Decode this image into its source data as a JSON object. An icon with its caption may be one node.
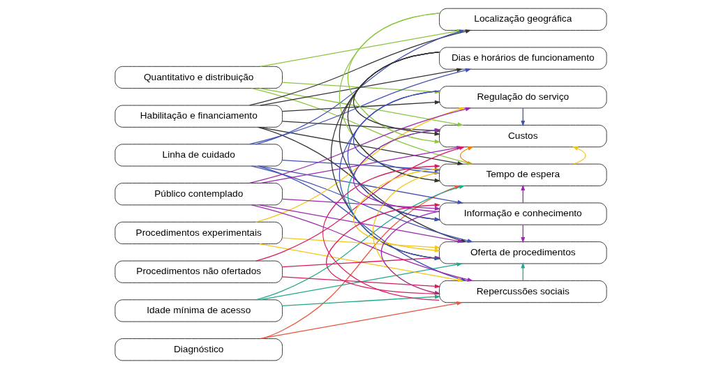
{
  "diagram": {
    "nodes": [
      {
        "text": [
          "Diagnóstico"
        ]
      },
      {
        "text": [
          "Idade mínima de acesso"
        ]
      },
      {
        "text": [
          "Quantitativo e distribuição"
        ]
      },
      {
        "text": [
          "Habilitação e financiamento"
        ]
      },
      {
        "text": [
          "Linha de cuidado"
        ]
      },
      {
        "text": [
          "Procedimentos experimentais"
        ]
      },
      {
        "text": [
          "Público contemplado"
        ]
      },
      {
        "text": [
          "Procedimentos não ofertados"
        ]
      },
      {
        "text": [
          "Custos"
        ]
      },
      {
        "text": [
          "Oferta de procedimentos"
        ]
      },
      {
        "text": [
          "Localização geográfica"
        ]
      },
      {
        "text": [
          "Dias e horários de funcionamento"
        ]
      },
      {
        "text": [
          "Regulação do serviço"
        ]
      },
      {
        "text": [
          "Tempo de espera"
        ]
      },
      {
        "text": [
          "Informação e conhecimento"
        ]
      },
      {
        "text": [
          "Repercussões sociais"
        ]
      }
    ],
    "edges": [
      {
        "from": 0,
        "to": 13,
        "arrow": "to",
        "color": "#e8563a"
      },
      {
        "from": 0,
        "to": 15,
        "arrow": "to",
        "color": "#e8563a"
      },
      {
        "from": 1,
        "to": 9,
        "arrow": "to",
        "color": "#1fa88e"
      },
      {
        "from": 1,
        "to": 13,
        "arrow": "to",
        "color": "#1fa88e"
      },
      {
        "from": 1,
        "to": 15,
        "arrow": "to",
        "color": "#1fa88e"
      },
      {
        "from": 2,
        "to": 8,
        "arrow": "to",
        "color": "#8cc63f"
      },
      {
        "from": 2,
        "to": 10,
        "arrow": "to",
        "color": "#8cc63f"
      },
      {
        "from": 2,
        "to": 12,
        "arrow": "to",
        "color": "#8cc63f"
      },
      {
        "from": 2,
        "to": 13,
        "arrow": "to",
        "color": "#8cc63f"
      },
      {
        "from": 3,
        "to": 8,
        "arrow": "to",
        "color": "#333333"
      },
      {
        "from": 3,
        "to": 9,
        "arrow": "to",
        "color": "#333333"
      },
      {
        "from": 3,
        "to": 10,
        "arrow": "to",
        "color": "#333333"
      },
      {
        "from": 3,
        "to": 11,
        "arrow": "to",
        "color": "#333333"
      },
      {
        "from": 3,
        "to": 12,
        "arrow": "to",
        "color": "#333333"
      },
      {
        "from": 3,
        "to": 13,
        "arrow": "to",
        "color": "#333333"
      },
      {
        "from": 4,
        "to": 9,
        "arrow": "to",
        "color": "#3f51b5"
      },
      {
        "from": 4,
        "to": 10,
        "arrow": "to",
        "color": "#3f51b5"
      },
      {
        "from": 4,
        "to": 11,
        "arrow": "to",
        "color": "#3f51b5"
      },
      {
        "from": 4,
        "to": 13,
        "arrow": "to",
        "color": "#3f51b5"
      },
      {
        "from": 4,
        "to": 14,
        "arrow": "to",
        "color": "#3f51b5"
      },
      {
        "from": 4,
        "to": 15,
        "arrow": "to",
        "color": "#3f51b5"
      },
      {
        "from": 5,
        "to": 9,
        "arrow": "to",
        "color": "#f5c518"
      },
      {
        "from": 5,
        "to": 12,
        "arrow": "to",
        "color": "#f5c518"
      },
      {
        "from": 5,
        "to": 15,
        "arrow": "to",
        "color": "#f5c518"
      },
      {
        "from": 6,
        "to": 8,
        "arrow": "to",
        "color": "#9c27b0"
      },
      {
        "from": 6,
        "to": 9,
        "arrow": "to",
        "color": "#9c27b0"
      },
      {
        "from": 6,
        "to": 12,
        "arrow": "to",
        "color": "#9c27b0"
      },
      {
        "from": 6,
        "to": 14,
        "arrow": "to",
        "color": "#9c27b0"
      },
      {
        "from": 6,
        "to": 15,
        "arrow": "to",
        "color": "#9c27b0"
      },
      {
        "from": 7,
        "to": 8,
        "arrow": "to",
        "color": "#d81b60"
      },
      {
        "from": 7,
        "to": 9,
        "arrow": "to",
        "color": "#d81b60"
      },
      {
        "from": 7,
        "to": 15,
        "arrow": "to",
        "color": "#d81b60"
      },
      {
        "from": 9,
        "to": 8,
        "arrow": "to",
        "color": "#1fa88e"
      },
      {
        "from": 10,
        "to": 8,
        "arrow": "to",
        "color": "#8cc63f"
      },
      {
        "from": 10,
        "to": 13,
        "arrow": "to",
        "color": "#8cc63f"
      },
      {
        "from": 11,
        "to": 8,
        "arrow": "to",
        "color": "#333333"
      },
      {
        "from": 11,
        "to": 9,
        "arrow": "to",
        "color": "#333333"
      },
      {
        "from": 11,
        "to": 13,
        "arrow": "to",
        "color": "#333333"
      },
      {
        "from": 11,
        "to": 14,
        "arrow": "to",
        "color": "#333333"
      },
      {
        "from": 12,
        "to": 8,
        "arrow": "to",
        "color": "#3f51b5"
      },
      {
        "from": 12,
        "to": 9,
        "arrow": "to",
        "color": "#3f51b5"
      },
      {
        "from": 12,
        "to": 13,
        "arrow": "to",
        "color": "#3f51b5"
      },
      {
        "from": 12,
        "to": 14,
        "arrow": "to",
        "color": "#3f51b5"
      },
      {
        "from": 13,
        "to": 8,
        "arrow": "to",
        "color": "#f5c518"
      },
      {
        "from": 13,
        "to": 8,
        "arrow": "to",
        "color": "#f57c00"
      },
      {
        "from": 13,
        "to": 9,
        "arrow": "to",
        "color": "#f5c518"
      },
      {
        "from": 13,
        "to": 15,
        "arrow": "to",
        "color": "#f5c518"
      },
      {
        "from": 14,
        "to": 8,
        "arrow": "to",
        "color": "#9c27b0"
      },
      {
        "from": 14,
        "to": 9,
        "arrow": "to",
        "color": "#9c27b0"
      },
      {
        "from": 14,
        "to": 13,
        "arrow": "to",
        "color": "#9c27b0"
      },
      {
        "from": 14,
        "to": 15,
        "arrow": "to",
        "color": "#9c27b0"
      },
      {
        "from": 15,
        "to": 13,
        "arrow": "to",
        "color": "#d81b60"
      },
      {
        "from": 15,
        "to": 14,
        "arrow": "to",
        "color": "#d81b60"
      },
      {
        "from": 15,
        "to": 9,
        "arrow": "to",
        "color": "#1fa88e"
      }
    ]
  }
}
